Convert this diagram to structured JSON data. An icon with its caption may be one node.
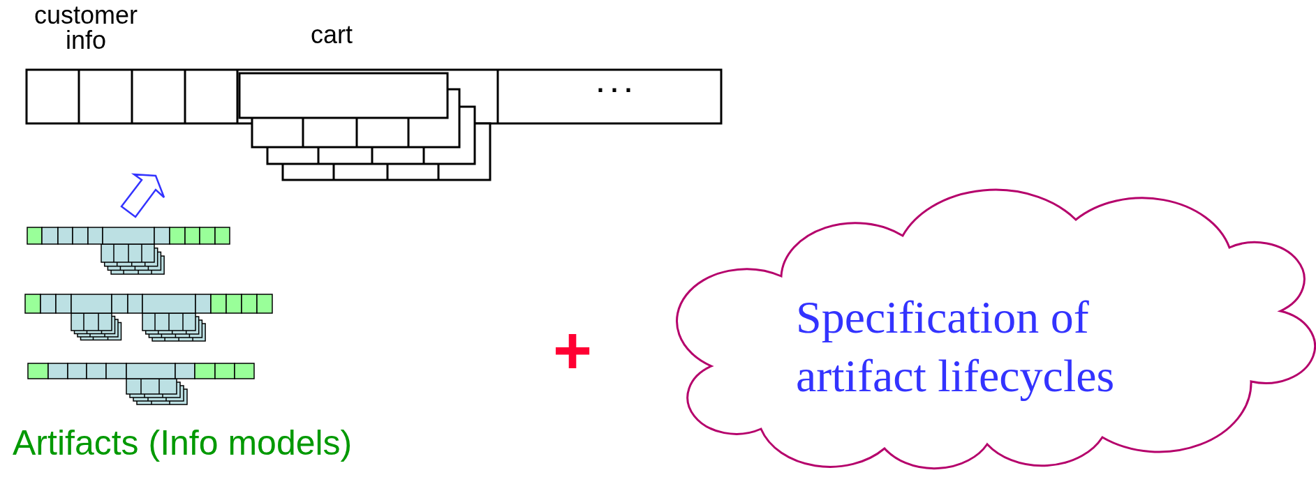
{
  "diagram": {
    "nodes": [
      {
        "text": [
          "Specification of artifact lifecycles"
        ]
      }
    ],
    "edges": [],
    "labels": [
      "customer info",
      "cart",
      ". . .",
      "+",
      "Artifacts (Info models)"
    ]
  }
}
